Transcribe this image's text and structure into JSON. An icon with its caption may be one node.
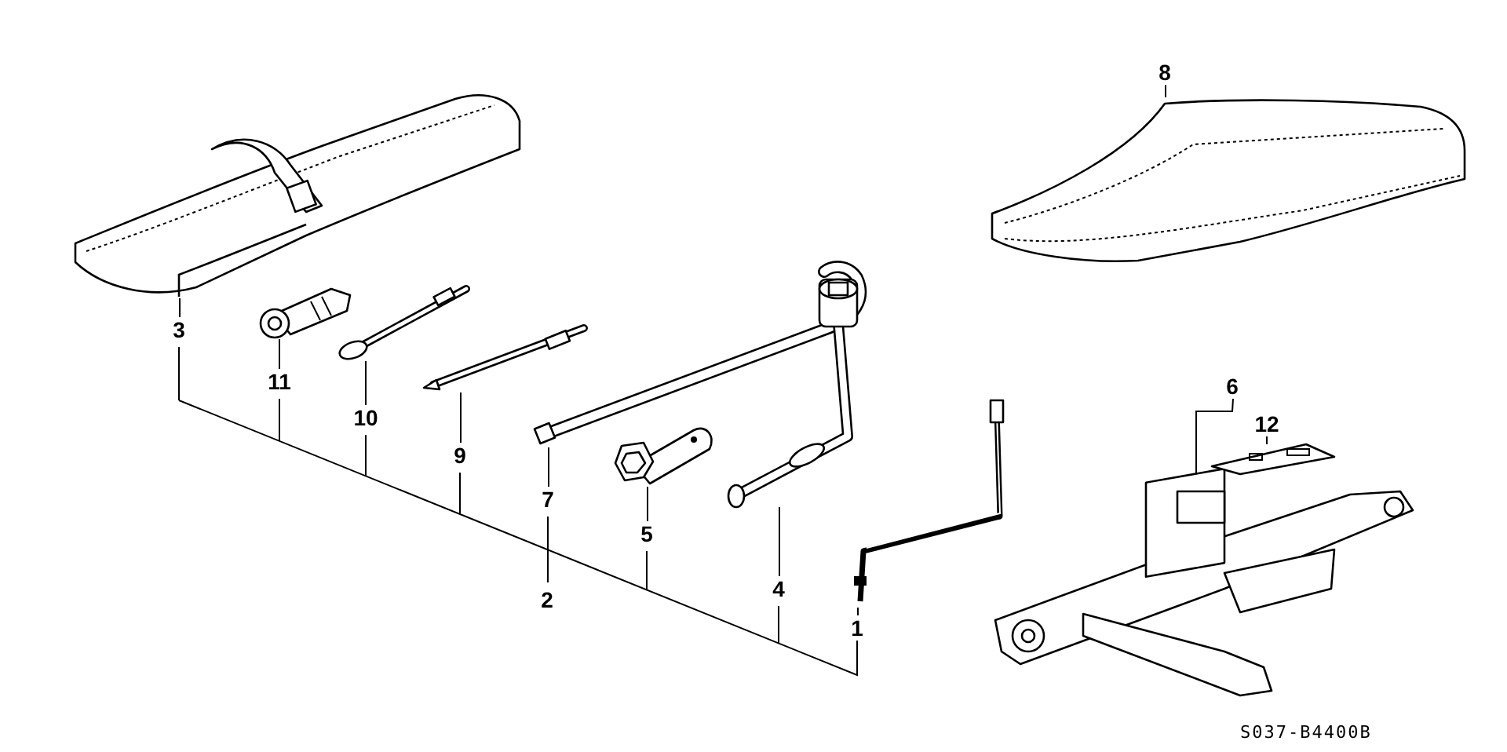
{
  "diagram": {
    "nodes": [
      {
        "text": [
          "3"
        ]
      },
      {
        "text": [],
        "shape": "picture"
      },
      {
        "text": [
          "11"
        ]
      },
      {
        "text": [],
        "shape": "picture"
      },
      {
        "text": [
          "10"
        ]
      },
      {
        "text": [],
        "shape": "picture"
      },
      {
        "text": [
          "9"
        ]
      },
      {
        "text": [],
        "shape": "picture"
      },
      {
        "text": [
          "7"
        ]
      },
      {
        "text": [],
        "shape": "picture"
      },
      {
        "text": [
          "5"
        ]
      },
      {
        "text": [],
        "shape": "picture"
      },
      {
        "text": [
          "4"
        ]
      },
      {
        "text": [],
        "shape": "picture"
      },
      {
        "text": [
          "1"
        ]
      },
      {
        "text": [],
        "shape": "picture"
      },
      {
        "text": [
          "8"
        ]
      },
      {
        "text": [],
        "shape": "picture"
      },
      {
        "text": [
          "6"
        ]
      },
      {
        "text": [],
        "shape": "picture"
      },
      {
        "text": [
          "12"
        ]
      },
      {
        "text": [],
        "shape": "picture"
      }
    ],
    "edges": [
      {
        "from": 0,
        "to": 1,
        "arrow": "none"
      },
      {
        "from": 2,
        "to": 3,
        "arrow": "none"
      },
      {
        "from": 4,
        "to": 5,
        "arrow": "none"
      },
      {
        "from": 6,
        "to": 7,
        "arrow": "none"
      },
      {
        "from": 8,
        "to": 9,
        "arrow": "none"
      },
      {
        "from": 10,
        "to": 11,
        "arrow": "none"
      },
      {
        "from": 12,
        "to": 13,
        "arrow": "none"
      },
      {
        "from": 14,
        "to": 15,
        "arrow": "none"
      },
      {
        "from": 16,
        "to": 17,
        "arrow": "none"
      },
      {
        "from": 18,
        "to": 19,
        "arrow": "none"
      },
      {
        "from": 20,
        "to": 21,
        "arrow": "none"
      }
    ],
    "labels": [
      "2",
      "S037-B4400B"
    ]
  }
}
